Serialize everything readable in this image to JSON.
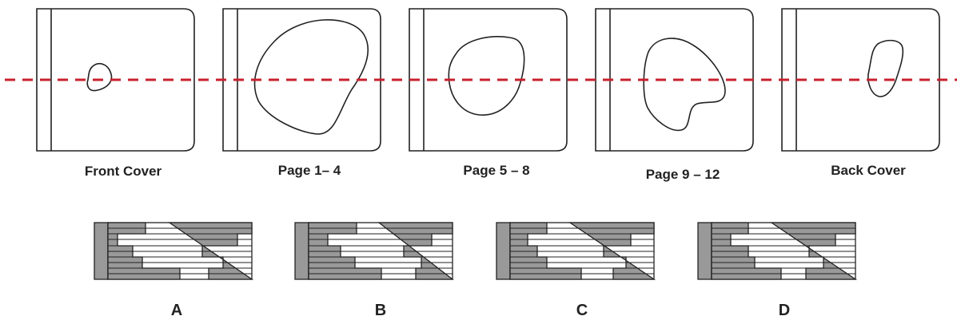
{
  "colors": {
    "outline": "#222222",
    "cut_line": "#c8202c",
    "shade": "#999999",
    "paper": "#ffffff"
  },
  "pages": [
    {
      "label": "Front Cover"
    },
    {
      "label": "Page 1– 4"
    },
    {
      "label": "Page 5 – 8"
    },
    {
      "label": "Page 9 – 12"
    },
    {
      "label": "Back Cover"
    }
  ],
  "options": [
    {
      "label": "A"
    },
    {
      "label": "B"
    },
    {
      "label": "C"
    },
    {
      "label": "D"
    }
  ],
  "cut_line": {
    "style": "dashed"
  }
}
